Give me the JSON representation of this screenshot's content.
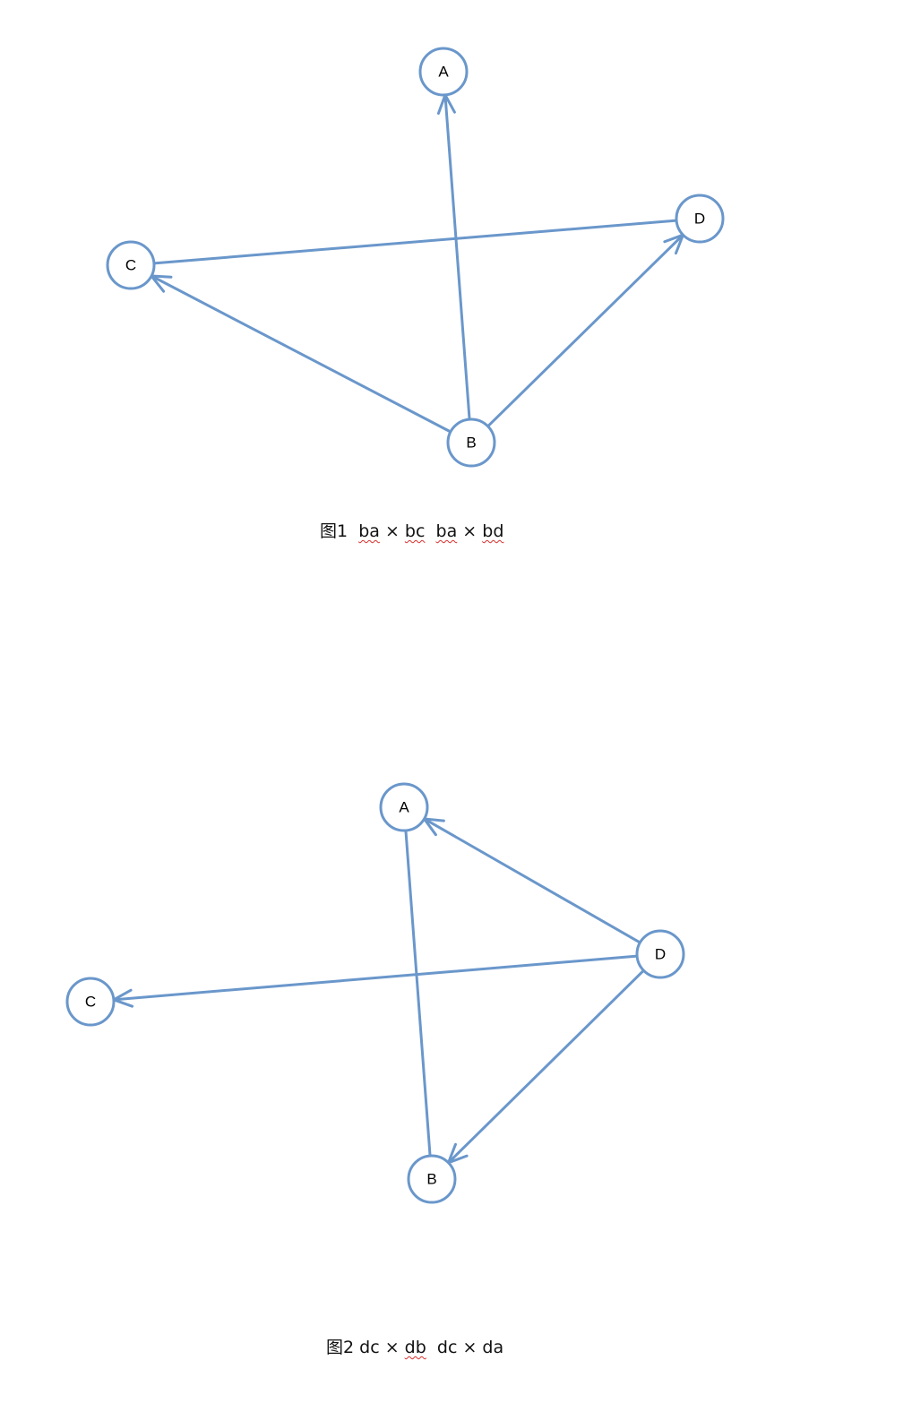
{
  "figures": [
    {
      "nodes": [
        {
          "id": "A",
          "label": "A"
        },
        {
          "id": "B",
          "label": "B"
        },
        {
          "id": "C",
          "label": "C"
        },
        {
          "id": "D",
          "label": "D"
        }
      ],
      "edges": [
        {
          "from": "B",
          "to": "A",
          "arrow": true
        },
        {
          "from": "B",
          "to": "C",
          "arrow": true
        },
        {
          "from": "B",
          "to": "D",
          "arrow": true
        },
        {
          "from": "C",
          "to": "D",
          "arrow": false
        }
      ],
      "caption": {
        "prefix": "图1",
        "parts": [
          {
            "text": "ba",
            "wavy": true
          },
          {
            "text": "×",
            "wavy": false
          },
          {
            "text": "bc",
            "wavy": true
          },
          {
            "text": "ba",
            "wavy": true
          },
          {
            "text": "×",
            "wavy": false
          },
          {
            "text": "bd",
            "wavy": true
          }
        ]
      }
    },
    {
      "nodes": [
        {
          "id": "A",
          "label": "A"
        },
        {
          "id": "B",
          "label": "B"
        },
        {
          "id": "C",
          "label": "C"
        },
        {
          "id": "D",
          "label": "D"
        }
      ],
      "edges": [
        {
          "from": "D",
          "to": "A",
          "arrow": true
        },
        {
          "from": "D",
          "to": "C",
          "arrow": true
        },
        {
          "from": "D",
          "to": "B",
          "arrow": true
        },
        {
          "from": "A",
          "to": "B",
          "arrow": false
        }
      ],
      "caption": {
        "prefix": "图2",
        "parts": [
          {
            "text": "dc",
            "wavy": false
          },
          {
            "text": "×",
            "wavy": false
          },
          {
            "text": "db",
            "wavy": true
          },
          {
            "text": "dc",
            "wavy": false
          },
          {
            "text": "×",
            "wavy": false
          },
          {
            "text": "da",
            "wavy": false
          }
        ]
      }
    }
  ]
}
